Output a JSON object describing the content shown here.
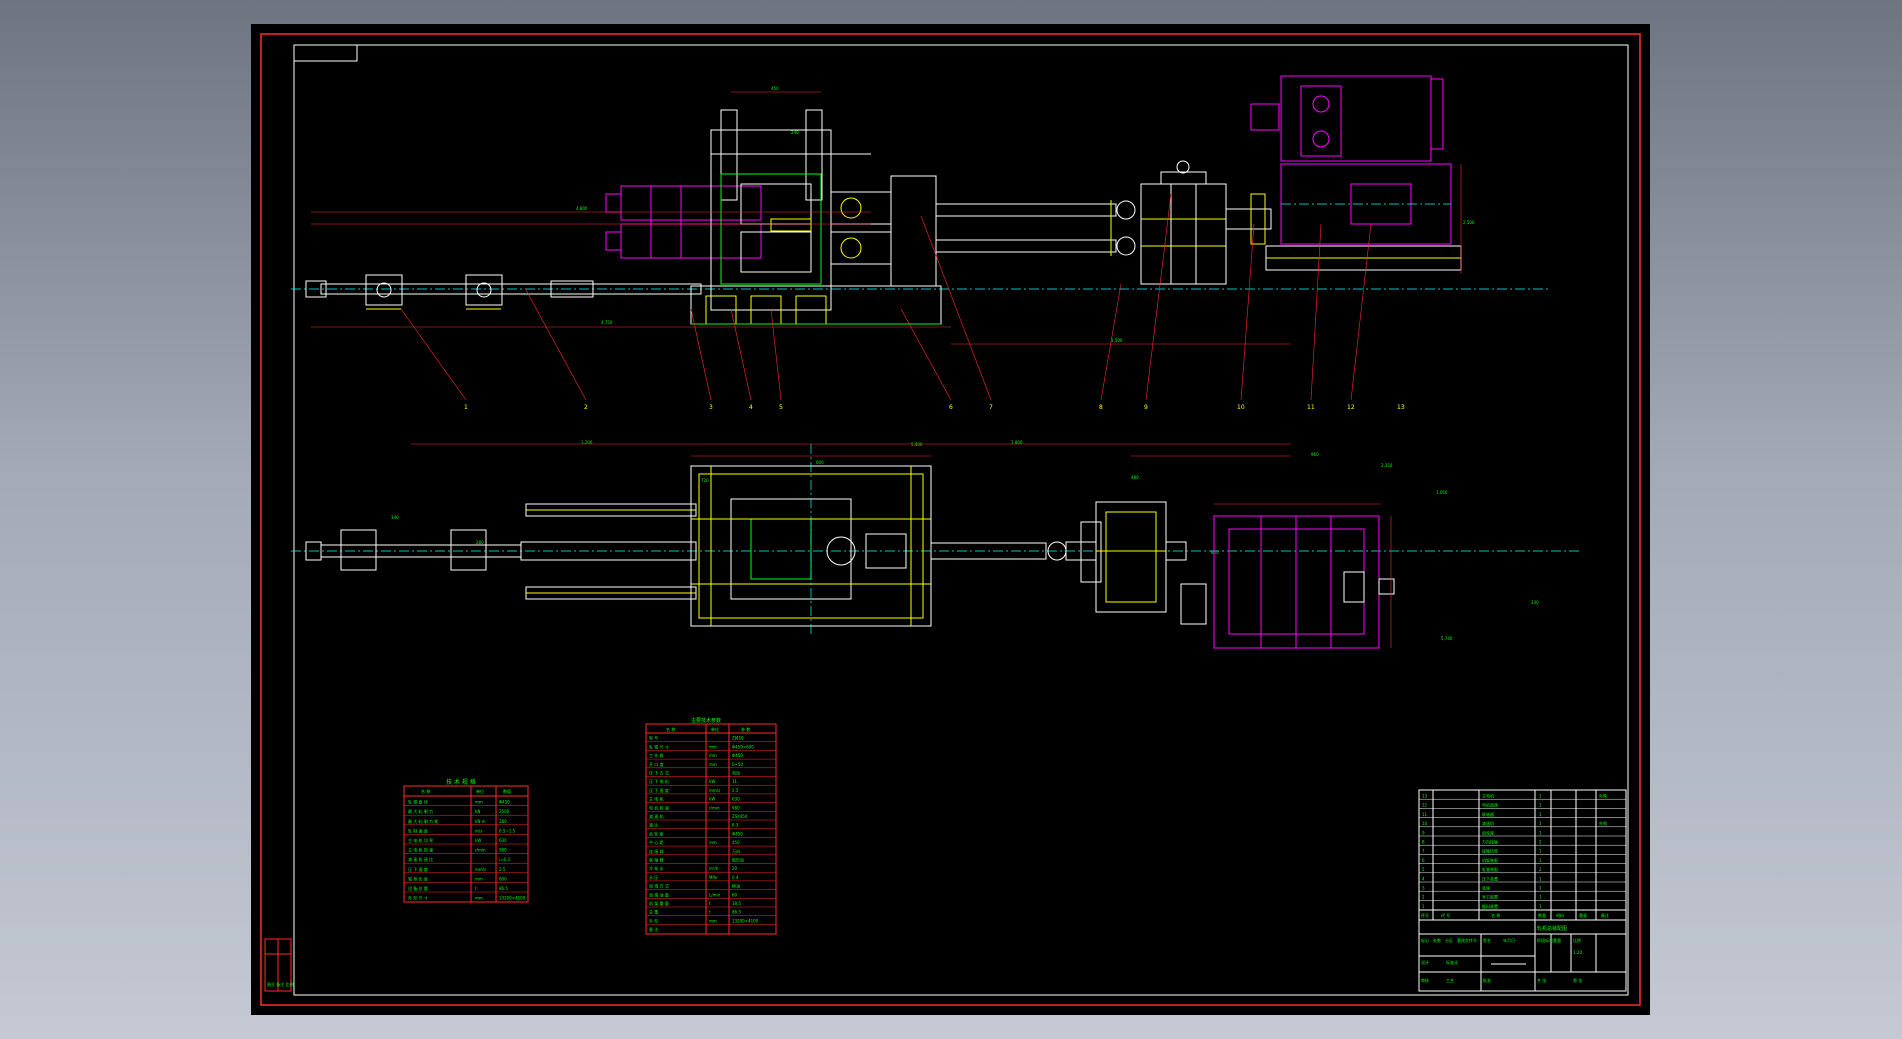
{
  "colors": {
    "background_gradient_top": "#6d7581",
    "background_gradient_bottom": "#c4c9d3",
    "sheet": "#000000",
    "border": "#ff2a2a",
    "inner_border": "#ffffff",
    "equipment_main": "#ffffff",
    "equipment_accent": "#ffff00",
    "equipment_green": "#00ff00",
    "equipment_magenta": "#ff00ff",
    "centerline": "#00ffff",
    "table_lines": "#ff2a2a",
    "table_text": "#00ff00"
  },
  "drawing": {
    "balloon_numbers": [
      "1",
      "2",
      "3",
      "4",
      "5",
      "6",
      "7",
      "8",
      "9",
      "10",
      "11",
      "12",
      "13"
    ],
    "dimension_texts": [
      "4,800",
      "450",
      "240",
      "4,750",
      "1,500",
      "2,500",
      "1,800",
      "800",
      "960",
      "330",
      "600",
      "1,200",
      "2,350",
      "5,400",
      "340",
      "280",
      "480",
      "720",
      "1,050",
      "5,740"
    ]
  },
  "tech_table": {
    "title": "技 术 规 格",
    "headers": [
      "名 称",
      "单位",
      "数值"
    ],
    "rows": [
      [
        "轧 辊 直 径",
        "mm",
        "Φ450"
      ],
      [
        "最 大 轧 制 力",
        "kN",
        "2500"
      ],
      [
        "最 大 轧 制 力 矩",
        "kN·m",
        "280"
      ],
      [
        "轧 制 速 度",
        "m/s",
        "0.5~1.5"
      ],
      [
        "主 电 机 功 率",
        "kW",
        "630"
      ],
      [
        "主 电 机 转 速",
        "r/min",
        "980"
      ],
      [
        "减 速 机 速 比",
        "",
        "i=6.3"
      ],
      [
        "压 下 速 度",
        "mm/s",
        "2.5"
      ],
      [
        "辊 身 长 度",
        "mm",
        "600"
      ],
      [
        "设 备 总 重",
        "t",
        "86.5"
      ],
      [
        "外 形 尺 寸",
        "mm",
        "13200×4100"
      ]
    ]
  },
  "param_table": {
    "title": "主要技术参数",
    "headers": [
      "名 称",
      "单位",
      "参 数"
    ],
    "rows": [
      [
        "型 号",
        "",
        "ZJ450"
      ],
      [
        "轧 辊 尺 寸",
        "mm",
        "Φ450×600"
      ],
      [
        "工 作 辊",
        "mm",
        "Φ450"
      ],
      [
        "开 口 度",
        "mm",
        "0~50"
      ],
      [
        "压 下 方 式",
        "",
        "电动"
      ],
      [
        "压 下 电 机",
        "kW",
        "11"
      ],
      [
        "压 下 速 度",
        "mm/s",
        "2.5"
      ],
      [
        "主 电 机",
        "kW",
        "630"
      ],
      [
        "电 机 转 速",
        "r/min",
        "980"
      ],
      [
        "减 速 机",
        "",
        "ZSY450"
      ],
      [
        "速 比",
        "",
        "6.3"
      ],
      [
        "齿 轮 座",
        "",
        "Φ450"
      ],
      [
        "中 心 距",
        "mm",
        "450"
      ],
      [
        "连 接 轴",
        "",
        "万向"
      ],
      [
        "联 轴 器",
        "",
        "鼓形齿"
      ],
      [
        "冷 却 水",
        "m³/h",
        "20"
      ],
      [
        "水 压",
        "MPa",
        "0.4"
      ],
      [
        "润 滑 方 式",
        "",
        "稀油"
      ],
      [
        "润 滑 油 量",
        "L/min",
        "60"
      ],
      [
        "机 架 重 量",
        "t",
        "18.5"
      ],
      [
        "总 重",
        "t",
        "86.5"
      ],
      [
        "外 形",
        "mm",
        "13200×4100"
      ],
      [
        "备 注",
        "",
        ""
      ]
    ]
  },
  "parts_list": {
    "rows": [
      [
        "13",
        "",
        "主电机",
        "1",
        "",
        "",
        "外购"
      ],
      [
        "12",
        "",
        "电机底座",
        "1",
        "",
        "",
        ""
      ],
      [
        "11",
        "",
        "联轴器",
        "1",
        "",
        "",
        ""
      ],
      [
        "10",
        "",
        "减速机",
        "1",
        "",
        "",
        "外购"
      ],
      [
        "9",
        "",
        "齿轮座",
        "1",
        "",
        "",
        ""
      ],
      [
        "8",
        "",
        "万向接轴",
        "2",
        "",
        "",
        ""
      ],
      [
        "7",
        "",
        "接轴托架",
        "1",
        "",
        "",
        ""
      ],
      [
        "6",
        "",
        "机架装配",
        "1",
        "",
        "",
        ""
      ],
      [
        "5",
        "",
        "轧辊装配",
        "2",
        "",
        "",
        ""
      ],
      [
        "4",
        "",
        "压下装置",
        "1",
        "",
        "",
        ""
      ],
      [
        "3",
        "",
        "底座",
        "1",
        "",
        "",
        ""
      ],
      [
        "2",
        "",
        "导卫装置",
        "1",
        "",
        "",
        ""
      ],
      [
        "1",
        "",
        "推料装置",
        "1",
        "",
        "",
        ""
      ]
    ],
    "header": [
      "序号",
      "代 号",
      "名 称",
      "数量",
      "材料",
      "重量",
      "备注"
    ]
  },
  "title_block": {
    "drawing_title": "轧机总装配图",
    "fields": [
      "标记",
      "处数",
      "分区",
      "更改文件号",
      "签名",
      "年月日",
      "设计",
      "标准化",
      "审核",
      "工艺",
      "批准",
      "阶段标记",
      "重量",
      "比例",
      "共 张",
      "第 张"
    ],
    "scale": "1:20"
  },
  "side_strip": "图号 备注 比例"
}
